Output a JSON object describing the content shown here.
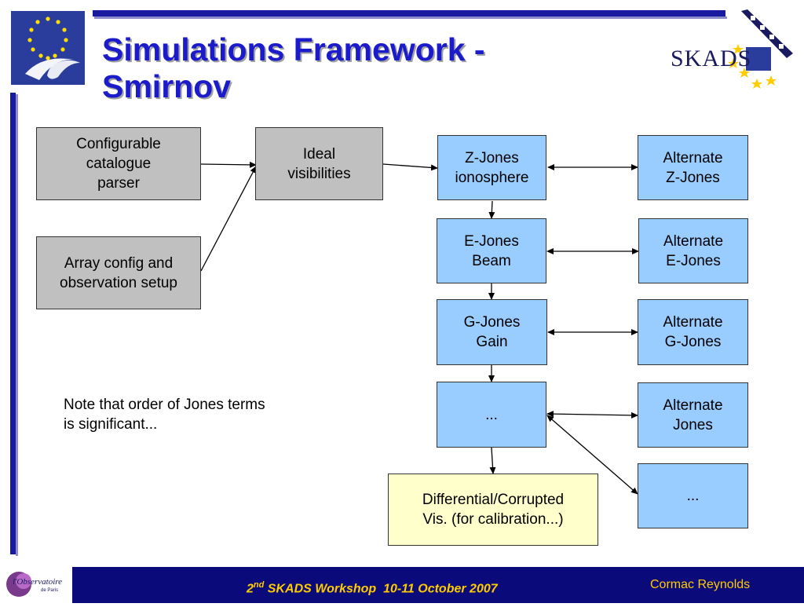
{
  "title": "Simulations Framework -\nSmirnov",
  "boxes": {
    "catalogue_parser": "Configurable\ncatalogue\nparser",
    "array_config": "Array config and\nobservation setup",
    "ideal_vis": "Ideal\nvisibilities",
    "z_jones": "Z-Jones\nionosphere",
    "e_jones": "E-Jones\nBeam",
    "g_jones": "G-Jones\nGain",
    "ellipsis_main": "...",
    "differential": "Differential/Corrupted\nVis. (for calibration...)",
    "alt_z": "Alternate\nZ-Jones",
    "alt_e": "Alternate\nE-Jones",
    "alt_g": "Alternate\nG-Jones",
    "alt_jones": "Alternate\nJones",
    "ellipsis_alt": "..."
  },
  "note": "Note that order of Jones terms\nis significant...",
  "logos": {
    "skads": "SKADS",
    "observatoire": "l'Observatoire",
    "observatoire_sub": "de Paris"
  },
  "footer": {
    "ordinal": "2",
    "superscript": "nd",
    "workshop": " SKADS Workshop  10-11 October 2007",
    "author": "Cormac Reynolds"
  },
  "colors": {
    "title": "#1b1bcc",
    "footer_bg": "#0a0a7a",
    "footer_text": "#ffcc00",
    "box_blue": "#99ccff",
    "box_gray": "#c0c0c0",
    "box_yellow": "#ffffcc"
  }
}
